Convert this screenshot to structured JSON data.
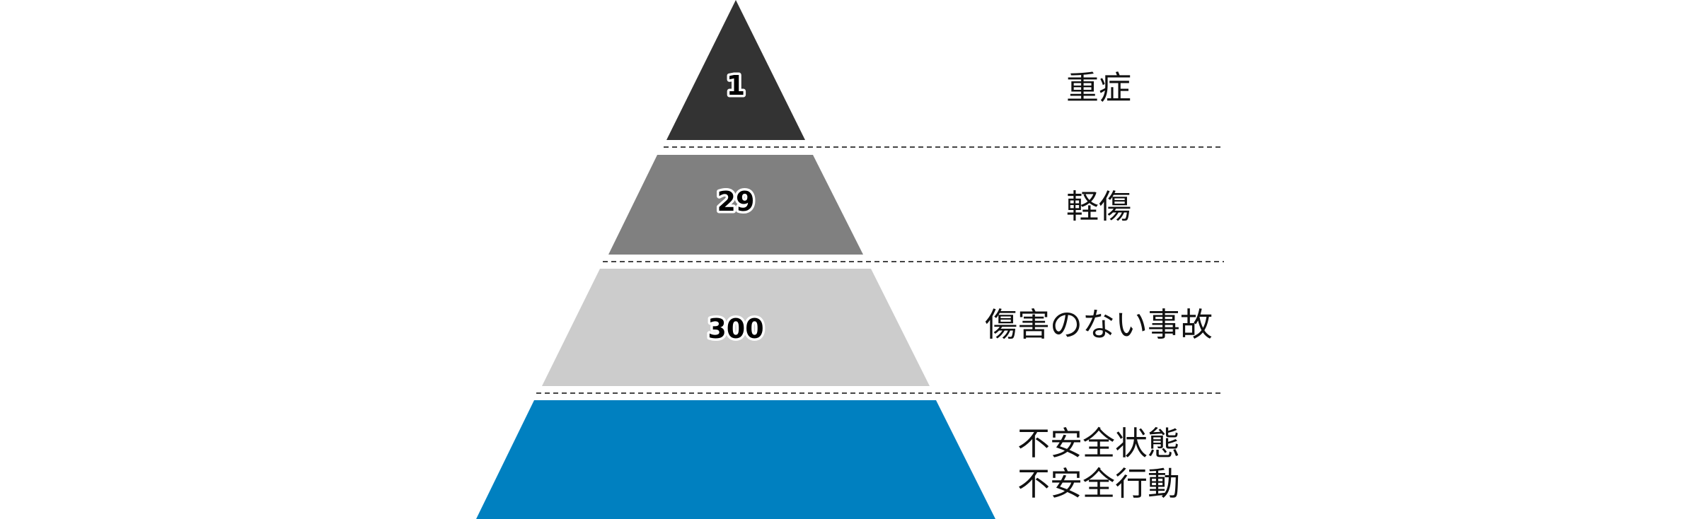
{
  "pyramid": {
    "levels": [
      {
        "count": "1",
        "label": [
          "重症"
        ],
        "color": "#333333"
      },
      {
        "count": "29",
        "label": [
          "軽傷"
        ],
        "color": "#808080"
      },
      {
        "count": "300",
        "label": [
          "傷害のない事故"
        ],
        "color": "#cccccc"
      },
      {
        "count": "",
        "label": [
          "不安全状態",
          "不安全行動"
        ],
        "color": "#0080c0"
      }
    ]
  }
}
